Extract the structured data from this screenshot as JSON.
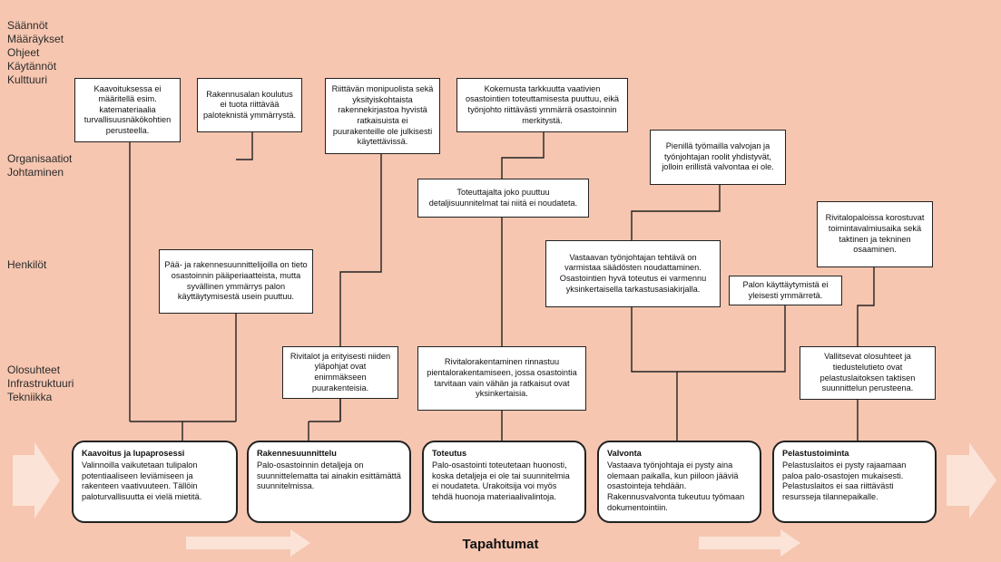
{
  "levels": {
    "saannot": [
      "Säännöt",
      "Määräykset",
      "Ohjeet",
      "Käytännöt",
      "Kulttuuri"
    ],
    "organisaatiot": [
      "Organisaatiot",
      "Johtaminen"
    ],
    "henkilot": [
      "Henkilöt"
    ],
    "olosuhteet": [
      "Olosuhteet",
      "Infrastruktuuri",
      "Tekniikka"
    ]
  },
  "factors": {
    "kaavoitus_rules": "Kaavoituksessa ei määritellä esim. katemateriaalia turvallisuusnäkökohtien perusteella.",
    "koulutus": "Rakennusalan koulutus ei tuota riittävää paloteknistä ymmärrystä.",
    "rakennekirjasto": "Riittävän monipuolista sekä yksityiskohtaista rakennekirjastoa hyvistä ratkaisuista ei puurakenteille ole julkisesti käytettävissä.",
    "kokemus": "Kokemusta tarkkuutta vaativien osastointien toteuttamisesta puuttuu, eikä työnjohto riittävästi ymmärrä osastoinnin merkitystä.",
    "pienilla_tyomailla": "Pienillä työmailla valvojan ja työnjohtajan roolit yhdistyvät, jolloin erillistä valvontaa ei ole.",
    "toteuttajalta": "Toteuttajalta joko puuttuu detaljisuunnitelmat tai niitä ei noudateta.",
    "rivitalopaloissa": "Rivitalopaloissa korostuvat toimintavalmiusaika sekä taktinen ja tekninen osaaminen.",
    "vastaavan": "Vastaavan työnjohtajan tehtävä on varmistaa säädösten noudattaminen. Osastointien hyvä toteutus ei varmennu yksinkertaisella tarkastusasiakirjalla.",
    "paa_ja_rakennesuunnittelijoilla": "Pää- ja rakennesuunnittelijoilla on tieto osastoinnin pääperiaatteista, mutta syvällinen ymmärrys palon käyttäytymisestä usein puuttuu.",
    "palon_kayttaytymista": "Palon käyttäytymistä ei yleisesti ymmärretä.",
    "rivitalot_ja_erityisesti": "Rivitalot ja erityisesti niiden yläpohjat ovat enimmäkseen puurakenteisia.",
    "rivitalorakentaminen": "Rivitalorakentaminen rinnastuu pientalorakentamiseen, jossa osastointia tarvitaan vain vähän ja ratkaisut ovat yksinkertaisia.",
    "vallitsevat": "Vallitsevat olosuhteet ja tiedustelutieto ovat pelastuslaitoksen taktisen suunnittelun perusteena."
  },
  "events": [
    {
      "title": "Kaavoitus ja lupaprosessi",
      "text": "Valinnoilla vaikutetaan tulipalon potentiaaliseen leviämiseen ja rakenteen vaativuuteen. Tällöin paloturvallisuutta ei vielä mietitä."
    },
    {
      "title": "Rakennesuunnittelu",
      "text": "Palo-osastoinnin detaljeja on suunnittelematta tai ainakin esittämättä suunnitelmissa."
    },
    {
      "title": "Toteutus",
      "text": "Palo-osastointi toteutetaan huonosti, koska detaljeja ei ole tai suunnitelmia ei noudateta. Urakoitsija voi myös tehdä huonoja materiaalivalintoja."
    },
    {
      "title": "Valvonta",
      "text": "Vastaava työnjohtaja ei pysty aina olemaan paikalla, kun piiloon jääviä osastointeja tehdään. Rakennusvalvonta tukeutuu työmaan dokumentointiin."
    },
    {
      "title": "Pelastustoiminta",
      "text": "Pelastuslaitos ei pysty rajaamaan paloa palo-osastojen mukaisesti. Pelastuslaitos ei saa riittävästi resursseja tilannepaikalle."
    }
  ],
  "footer": "Tapahtumat",
  "colors": {
    "background": "#f6c6b0",
    "arrow": "#fbe3d7",
    "line": "#222222"
  }
}
